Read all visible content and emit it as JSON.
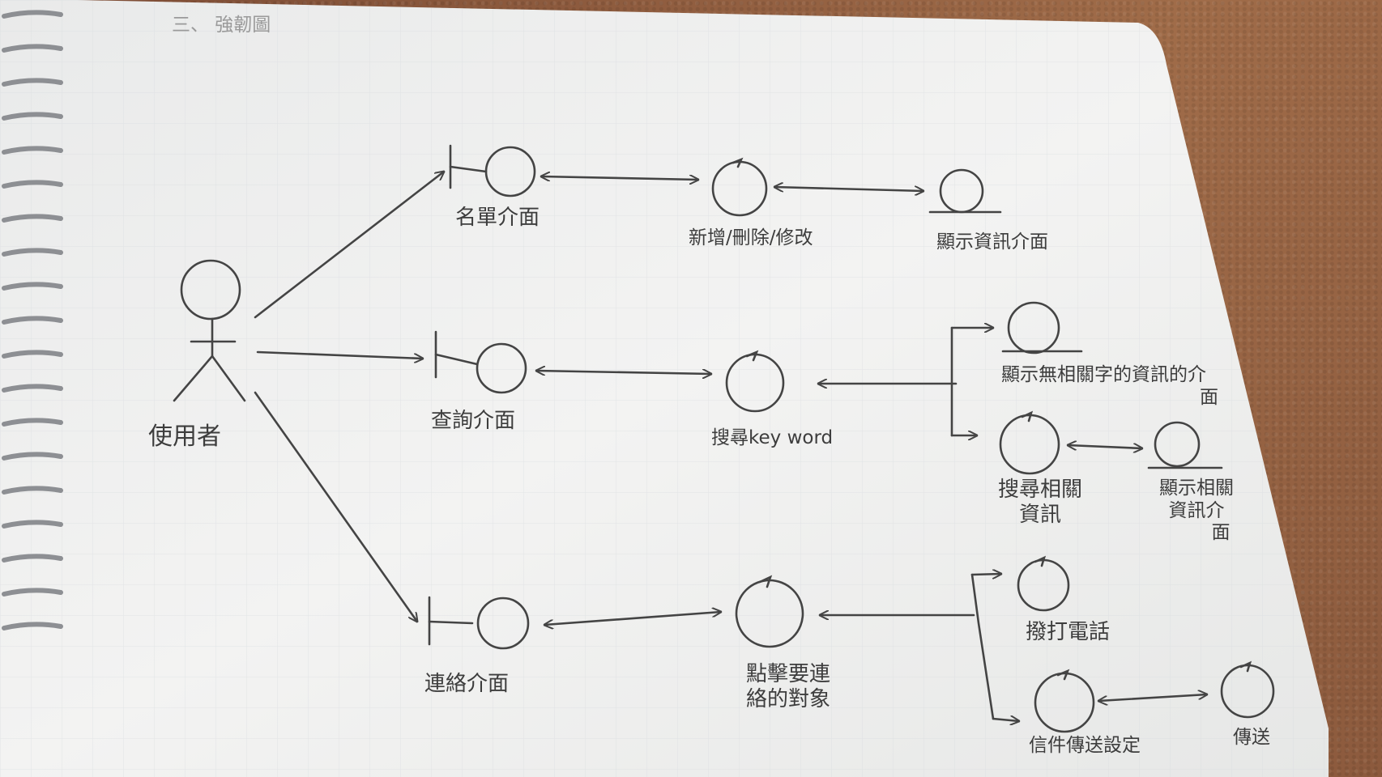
{
  "diagram": {
    "title": "三、 強韌圖",
    "actor_label": "使用者",
    "boundaries": {
      "list": "名單介面",
      "query": "查詢介面",
      "contact": "連絡介面"
    },
    "controls": {
      "add_delete_edit": "新增/刪除/修改",
      "search_keyword": "搜尋key word",
      "search_related_line1": "搜尋相關",
      "search_related_line2": "資訊",
      "click_contact_line1": "點擊要連",
      "click_contact_line2": "絡的對象",
      "dial_phone": "撥打電話",
      "send_letter": "信件傳送設定",
      "send": "傳送"
    },
    "entities": {
      "show_info": "顯示資訊介面",
      "show_no_related_line1": "顯示無相關字的資訊的介",
      "show_no_related_line2": "面",
      "show_related_line1": "顯示相關",
      "show_related_line2": "資訊介",
      "show_related_line3": "面"
    }
  }
}
